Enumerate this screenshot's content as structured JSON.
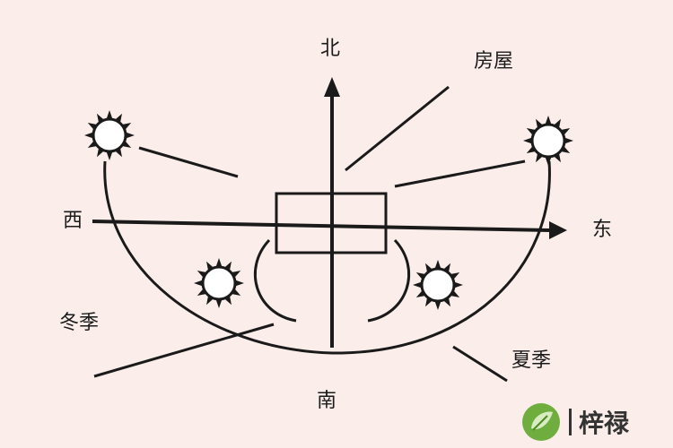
{
  "labels": {
    "north": "北",
    "south": "南",
    "west": "西",
    "east": "东",
    "house": "房屋",
    "winter": "冬季",
    "summer": "夏季"
  },
  "logo": {
    "text": "梓禄"
  },
  "colors": {
    "background": "#fbeeea",
    "line": "#1a1a1a",
    "sun_fill": "#ffffff",
    "sun_ray": "#1a1a1a"
  },
  "icons": [
    "sun-icon",
    "logo-leaf-icon"
  ]
}
